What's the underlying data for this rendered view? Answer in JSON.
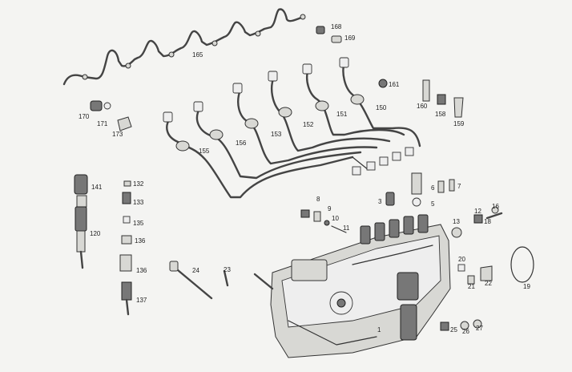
{
  "colors": {
    "background": "#f4f4f2",
    "ink": "#222222",
    "part_fill": "#d8d8d4"
  },
  "labels": {
    "l1": "1",
    "l3": "3",
    "l5": "5",
    "l6": "6",
    "l7": "7",
    "l8": "8",
    "l9": "9",
    "l10": "10",
    "l11": "11",
    "l12": "12",
    "l13": "13",
    "l16": "16",
    "l18": "18",
    "l19": "19",
    "l20": "20",
    "l21": "21",
    "l22": "22",
    "l23": "23",
    "l24": "24",
    "l25": "25",
    "l26": "26",
    "l27": "27",
    "l120": "120",
    "l132": "132",
    "l133": "133",
    "l135": "135",
    "l136a": "136",
    "l136b": "136",
    "l137": "137",
    "l141": "141",
    "l150": "150",
    "l151": "151",
    "l152": "152",
    "l153": "153",
    "l155": "155",
    "l156": "156",
    "l158": "158",
    "l159": "159",
    "l160": "160",
    "l161": "161",
    "l165": "165",
    "l168": "168",
    "l169": "169",
    "l170": "170",
    "l171": "171",
    "l173": "173"
  }
}
